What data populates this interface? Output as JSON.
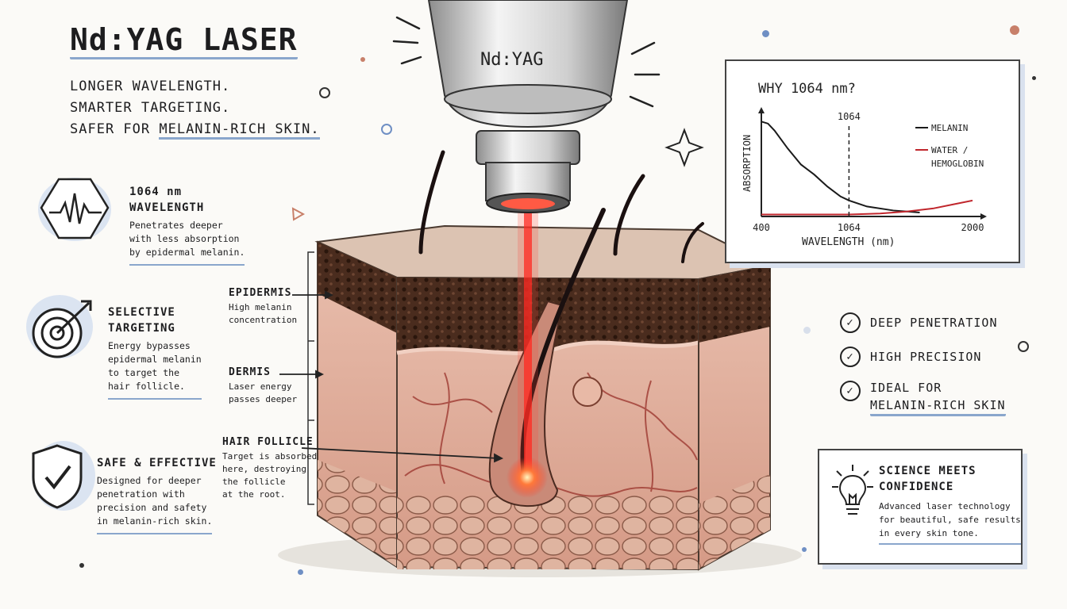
{
  "header": {
    "title": "Nd:YAG LASER",
    "subtitle_line1": "LONGER WAVELENGTH.",
    "subtitle_line2": "SMARTER TARGETING.",
    "subtitle_line3a": "SAFER FOR ",
    "subtitle_line3b": "MELANIN-RICH SKIN."
  },
  "device": {
    "label": "Nd:YAG"
  },
  "features": [
    {
      "title1": "1064 nm",
      "title2": "WAVELENGTH",
      "desc": [
        "Penetrates deeper",
        "with less absorption",
        "by epidermal melanin."
      ],
      "icon": "wave-icon"
    },
    {
      "title1": "SELECTIVE",
      "title2": "TARGETING",
      "desc": [
        "Energy bypasses",
        "epidermal melanin",
        "to target the",
        "hair follicle."
      ],
      "icon": "target-icon"
    },
    {
      "title1": "SAFE & EFFECTIVE",
      "title2": "",
      "desc": [
        "Designed for deeper",
        "penetration with",
        "precision and safety",
        "in melanin-rich skin."
      ],
      "icon": "shield-check-icon"
    }
  ],
  "layers": [
    {
      "title": "EPIDERMIS",
      "desc": [
        "High melanin",
        "concentration"
      ]
    },
    {
      "title": "DERMIS",
      "desc": [
        "Laser energy",
        "passes deeper"
      ]
    },
    {
      "title": "HAIR FOLLICLE",
      "desc": [
        "Target is absorbed",
        "here, destroying",
        "the follicle",
        "at the root."
      ]
    }
  ],
  "chart_data": {
    "type": "line",
    "title": "WHY 1064 nm?",
    "xlabel": "WAVELENGTH (nm)",
    "ylabel": "ABSORPTION",
    "x_ticks": [
      "400",
      "1064",
      "2000"
    ],
    "xlim": [
      400,
      2000
    ],
    "ylim": [
      0,
      1
    ],
    "marker": {
      "x": 1064,
      "label": "1064"
    },
    "legend_position": "right",
    "series": [
      {
        "name": "MELANIN",
        "color": "#1a1a1a",
        "x": [
          400,
          450,
          500,
          600,
          700,
          800,
          900,
          1000,
          1064,
          1200,
          1400,
          1600
        ],
        "y": [
          0.95,
          0.93,
          0.86,
          0.68,
          0.52,
          0.42,
          0.3,
          0.2,
          0.16,
          0.1,
          0.06,
          0.04
        ]
      },
      {
        "name": "WATER / HEMOGLOBIN",
        "color": "#c0262c",
        "x": [
          400,
          800,
          1064,
          1300,
          1500,
          1700,
          1850,
          2000
        ],
        "y": [
          0.02,
          0.02,
          0.02,
          0.03,
          0.05,
          0.08,
          0.12,
          0.16
        ]
      }
    ]
  },
  "benefits": [
    "DEEP PENETRATION",
    "HIGH PRECISION",
    "IDEAL FOR",
    "MELANIN-RICH SKIN"
  ],
  "confidence": {
    "title1": "SCIENCE MEETS",
    "title2": "CONFIDENCE",
    "desc": [
      "Advanced laser technology",
      "for beautiful, safe results",
      "in every skin tone."
    ],
    "icon": "lightbulb-icon"
  },
  "colors": {
    "accent_blue": "#8aa6cc",
    "laser_red": "#e23a34",
    "skin": "#d9a795",
    "epidermis": "#5a3a2a"
  }
}
